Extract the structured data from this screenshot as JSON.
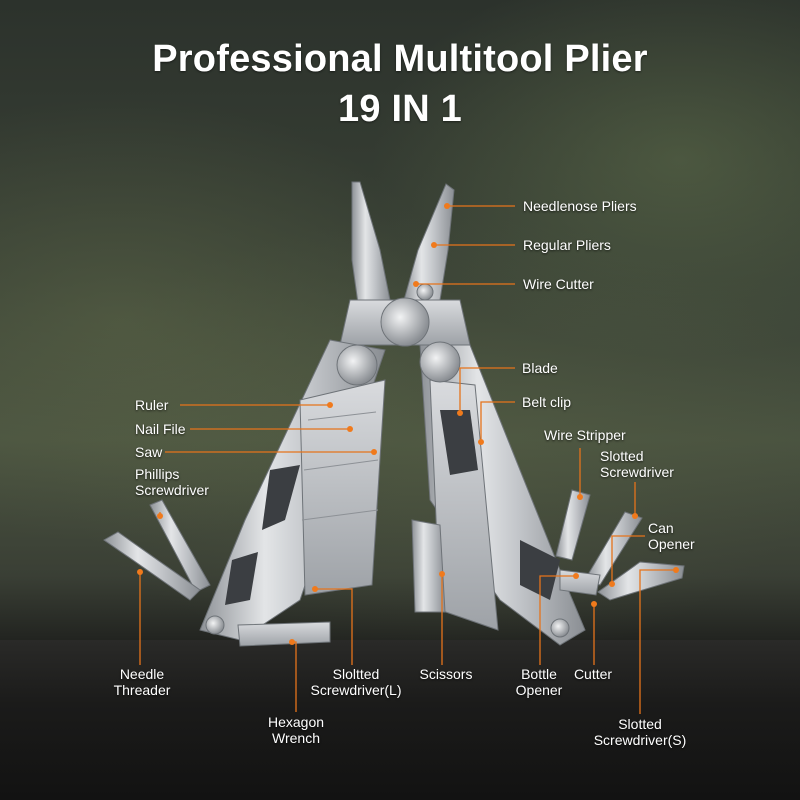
{
  "title": {
    "line1": "Professional Multitool Plier",
    "line2": "19 IN 1"
  },
  "labels": {
    "needlenose_pliers": "Needlenose Pliers",
    "regular_pliers": "Regular Pliers",
    "wire_cutter": "Wire Cutter",
    "blade": "Blade",
    "belt_clip": "Belt clip",
    "wire_stripper": "Wire Stripper",
    "slotted_screwdriver_1": "Slotted",
    "slotted_screwdriver_2": "Screwdriver",
    "can_opener_1": "Can",
    "can_opener_2": "Opener",
    "ruler": "Ruler",
    "nail_file": "Nail File",
    "saw": "Saw",
    "phillips_1": "Phillips",
    "phillips_2": "Screwdriver",
    "needle_threader_1": "Needle",
    "needle_threader_2": "Threader",
    "slotted_l_1": "Sloltted",
    "slotted_l_2": "Screwdriver(L)",
    "scissors": "Scissors",
    "bottle_opener_1": "Bottle",
    "bottle_opener_2": "Opener",
    "cutter": "Cutter",
    "hexagon_wrench_1": "Hexagon",
    "hexagon_wrench_2": "Wrench",
    "slotted_s_1": "Slotted",
    "slotted_s_2": "Screwdriver(S)"
  },
  "colors": {
    "accent": "#f07a1c",
    "text": "#ffffff"
  }
}
